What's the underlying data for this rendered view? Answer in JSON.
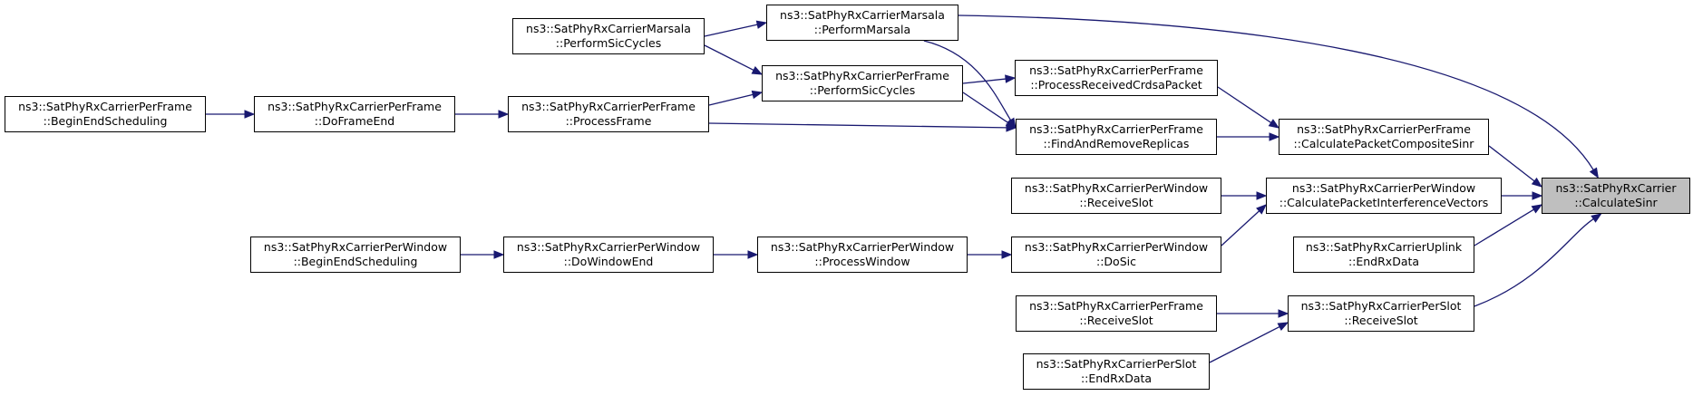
{
  "colors": {
    "edge": "#191970",
    "node_border": "#000000",
    "root_fill": "#bfbfbf",
    "node_fill": "#ffffff"
  },
  "nodes": {
    "root": {
      "line1": "ns3::SatPhyRxCarrier",
      "line2": "::CalculateSinr"
    },
    "cpcs": {
      "line1": "ns3::SatPhyRxCarrierPerFrame",
      "line2": "::CalculatePacketCompositeSinr"
    },
    "cpiv": {
      "line1": "ns3::SatPhyRxCarrierPerWindow",
      "line2": "::CalculatePacketInterferenceVectors"
    },
    "uplink_end": {
      "line1": "ns3::SatPhyRxCarrierUplink",
      "line2": "::EndRxData"
    },
    "slot_recv": {
      "line1": "ns3::SatPhyRxCarrierPerSlot",
      "line2": "::ReceiveSlot"
    },
    "marsala_pm": {
      "line1": "ns3::SatPhyRxCarrierMarsala",
      "line2": "::PerformMarsala"
    },
    "marsala_psc": {
      "line1": "ns3::SatPhyRxCarrierMarsala",
      "line2": "::PerformSicCycles"
    },
    "frame_psc": {
      "line1": "ns3::SatPhyRxCarrierPerFrame",
      "line2": "::PerformSicCycles"
    },
    "frame_prcp": {
      "line1": "ns3::SatPhyRxCarrierPerFrame",
      "line2": "::ProcessReceivedCrdsaPacket"
    },
    "frame_farr": {
      "line1": "ns3::SatPhyRxCarrierPerFrame",
      "line2": "::FindAndRemoveReplicas"
    },
    "frame_pf": {
      "line1": "ns3::SatPhyRxCarrierPerFrame",
      "line2": "::ProcessFrame"
    },
    "frame_dfe": {
      "line1": "ns3::SatPhyRxCarrierPerFrame",
      "line2": "::DoFrameEnd"
    },
    "frame_bes": {
      "line1": "ns3::SatPhyRxCarrierPerFrame",
      "line2": "::BeginEndScheduling"
    },
    "win_rs": {
      "line1": "ns3::SatPhyRxCarrierPerWindow",
      "line2": "::ReceiveSlot"
    },
    "win_dosic": {
      "line1": "ns3::SatPhyRxCarrierPerWindow",
      "line2": "::DoSic"
    },
    "win_pw": {
      "line1": "ns3::SatPhyRxCarrierPerWindow",
      "line2": "::ProcessWindow"
    },
    "win_dwe": {
      "line1": "ns3::SatPhyRxCarrierPerWindow",
      "line2": "::DoWindowEnd"
    },
    "win_bes": {
      "line1": "ns3::SatPhyRxCarrierPerWindow",
      "line2": "::BeginEndScheduling"
    },
    "frame_rs": {
      "line1": "ns3::SatPhyRxCarrierPerFrame",
      "line2": "::ReceiveSlot"
    },
    "slot_end": {
      "line1": "ns3::SatPhyRxCarrierPerSlot",
      "line2": "::EndRxData"
    }
  },
  "edges": [
    [
      "marsala_pm",
      "root"
    ],
    [
      "cpcs",
      "root"
    ],
    [
      "cpiv",
      "root"
    ],
    [
      "uplink_end",
      "root"
    ],
    [
      "slot_recv",
      "root"
    ],
    [
      "frame_prcp",
      "cpcs"
    ],
    [
      "frame_farr",
      "cpcs"
    ],
    [
      "frame_psc",
      "frame_prcp"
    ],
    [
      "marsala_pm",
      "frame_farr"
    ],
    [
      "frame_psc",
      "frame_farr"
    ],
    [
      "frame_pf",
      "frame_farr"
    ],
    [
      "marsala_psc",
      "marsala_pm"
    ],
    [
      "marsala_psc",
      "frame_psc"
    ],
    [
      "frame_pf",
      "frame_psc"
    ],
    [
      "frame_dfe",
      "frame_pf"
    ],
    [
      "frame_bes",
      "frame_dfe"
    ],
    [
      "win_rs",
      "cpiv"
    ],
    [
      "win_dosic",
      "cpiv"
    ],
    [
      "win_pw",
      "win_dosic"
    ],
    [
      "win_dwe",
      "win_pw"
    ],
    [
      "win_bes",
      "win_dwe"
    ],
    [
      "frame_rs",
      "slot_recv"
    ],
    [
      "slot_end",
      "slot_recv"
    ]
  ]
}
